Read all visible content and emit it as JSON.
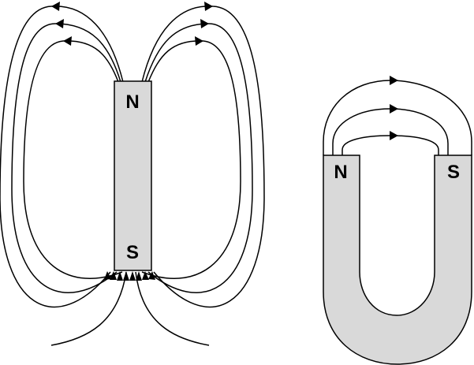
{
  "colors": {
    "magnet_fill": "#d9d9d9",
    "stroke": "#000000",
    "background": "#ffffff"
  },
  "bar_magnet": {
    "north_label": "N",
    "south_label": "S"
  },
  "horseshoe_magnet": {
    "north_label": "N",
    "south_label": "S"
  }
}
